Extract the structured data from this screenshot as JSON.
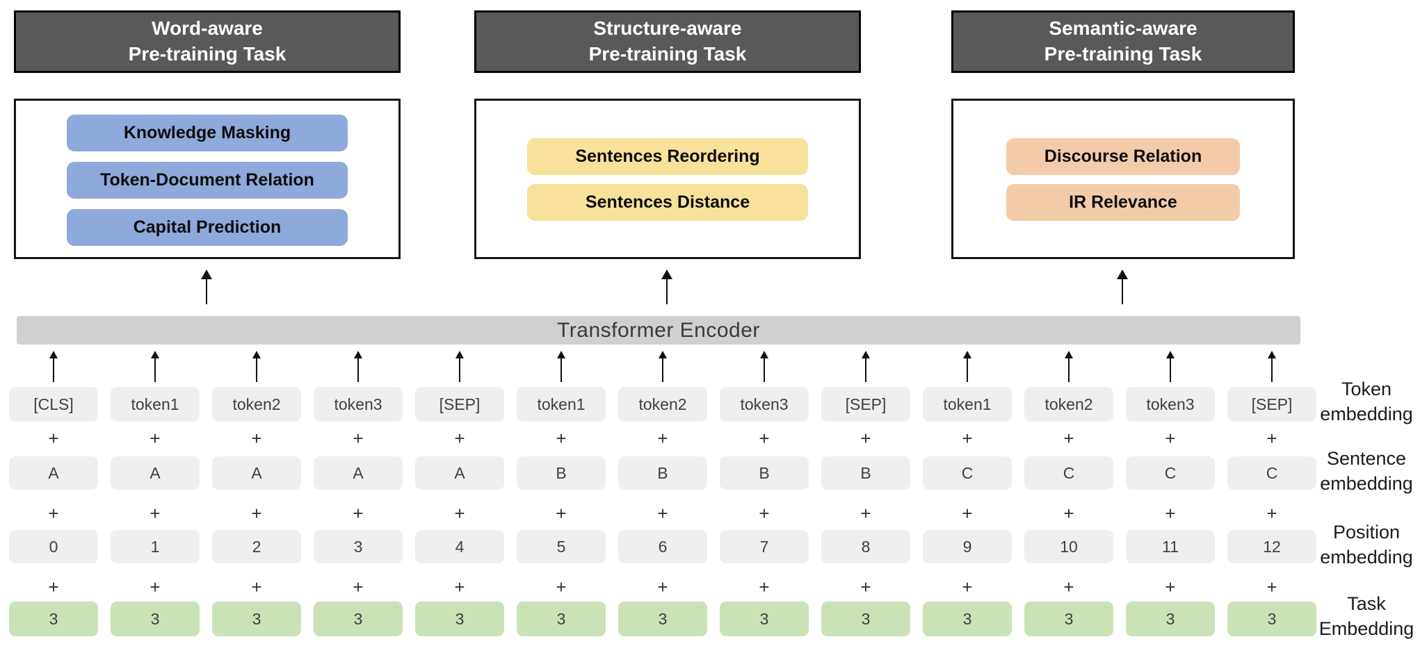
{
  "panels": [
    {
      "title_line1": "Word-aware",
      "title_line2": "Pre-training Task",
      "header_bg": "#595959",
      "task_color": "#8EA9DB",
      "tasks": [
        "Knowledge Masking",
        "Token-Document Relation",
        "Capital Prediction"
      ]
    },
    {
      "title_line1": "Structure-aware",
      "title_line2": "Pre-training Task",
      "header_bg": "#595959",
      "task_color": "#F8E29B",
      "tasks": [
        "Sentences Reordering",
        "Sentences Distance"
      ]
    },
    {
      "title_line1": "Semantic-aware",
      "title_line2": "Pre-training Task",
      "header_bg": "#595959",
      "task_color": "#F4CBA9",
      "tasks": [
        "Discourse Relation",
        "IR Relevance"
      ]
    }
  ],
  "encoder_label": "Transformer Encoder",
  "plus_sign": "+",
  "sequence": {
    "token": [
      "[CLS]",
      "token1",
      "token2",
      "token3",
      "[SEP]",
      "token1",
      "token2",
      "token3",
      "[SEP]",
      "token1",
      "token2",
      "token3",
      "[SEP]"
    ],
    "sentence": [
      "A",
      "A",
      "A",
      "A",
      "A",
      "B",
      "B",
      "B",
      "B",
      "C",
      "C",
      "C",
      "C"
    ],
    "position": [
      "0",
      "1",
      "2",
      "3",
      "4",
      "5",
      "6",
      "7",
      "8",
      "9",
      "10",
      "11",
      "12"
    ],
    "task": [
      "3",
      "3",
      "3",
      "3",
      "3",
      "3",
      "3",
      "3",
      "3",
      "3",
      "3",
      "3",
      "3"
    ]
  },
  "row_labels": [
    {
      "line1": "Token",
      "line2": "embedding"
    },
    {
      "line1": "Sentence",
      "line2": "embedding"
    },
    {
      "line1": "Position",
      "line2": "embedding"
    },
    {
      "line1": "Task",
      "line2": "Embedding"
    }
  ],
  "colors": {
    "sequence_box": "#F0EFF0",
    "task_embedding_box": "#CBE2B6",
    "encoder_bar": "#D1CFCF",
    "header_bg": "#595959",
    "word_task_box": "#8EA9DB",
    "structure_task_box": "#F8E29B",
    "semantic_task_box": "#F4CBA9"
  }
}
